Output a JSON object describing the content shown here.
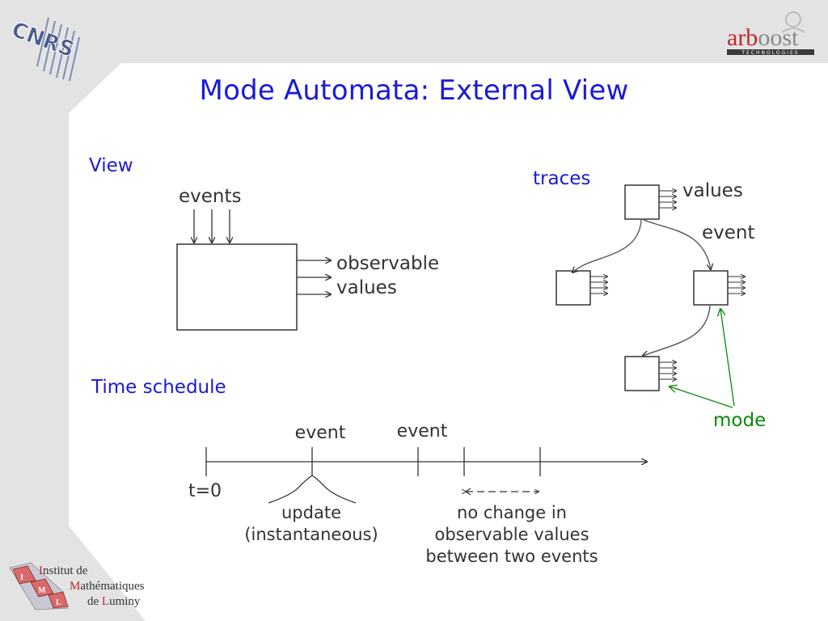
{
  "slide": {
    "title": "Mode Automata: External View"
  },
  "logos": {
    "top_left": "CNRS",
    "top_right": {
      "brand_part1": "arb",
      "brand_part2": "oost",
      "tagline": "TECHNOLOGIES"
    },
    "bottom_left": {
      "line1_initial": "I",
      "line1_rest": "nstitut de",
      "line2_initial": "M",
      "line2_rest": "athématiques",
      "line3_prefix": "de ",
      "line3_initial": "L",
      "line3_rest": "uminy",
      "tiles": [
        "I",
        "M",
        "L"
      ]
    }
  },
  "labels": {
    "view": "View",
    "traces": "traces",
    "time_schedule": "Time schedule",
    "mode": "mode"
  },
  "view_diagram": {
    "events": "events",
    "observable": "observable",
    "values": "values"
  },
  "traces_diagram": {
    "values": "values",
    "event": "event"
  },
  "timeline": {
    "event1": "event",
    "event2": "event",
    "t0": "t=0",
    "update_line1": "update",
    "update_line2": "(instantaneous)",
    "nochange_line1": "no change in",
    "nochange_line2": "observable values",
    "nochange_line3": "between two events"
  },
  "colors": {
    "title": "#1a1ad6",
    "mode": "#0a8a0a",
    "frame": "#e3e3e3"
  }
}
